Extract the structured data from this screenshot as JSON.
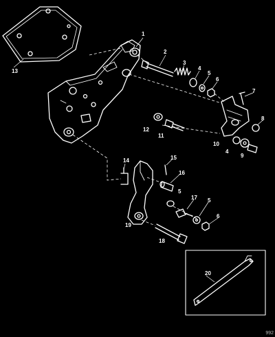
{
  "callouts": {
    "c1": "1",
    "c2": "2",
    "c3": "3",
    "c4a": "4",
    "c4b": "4",
    "c5a": "5",
    "c5b": "5",
    "c5c": "5",
    "c6a": "6",
    "c6b": "6",
    "c7": "7",
    "c8": "8",
    "c9": "9",
    "c10": "10",
    "c11": "11",
    "c12": "12",
    "c13": "13",
    "c14": "14",
    "c15": "15",
    "c16": "16",
    "c17": "17",
    "c18": "18",
    "c19": "19",
    "c20": "20"
  },
  "reference_code": "992"
}
